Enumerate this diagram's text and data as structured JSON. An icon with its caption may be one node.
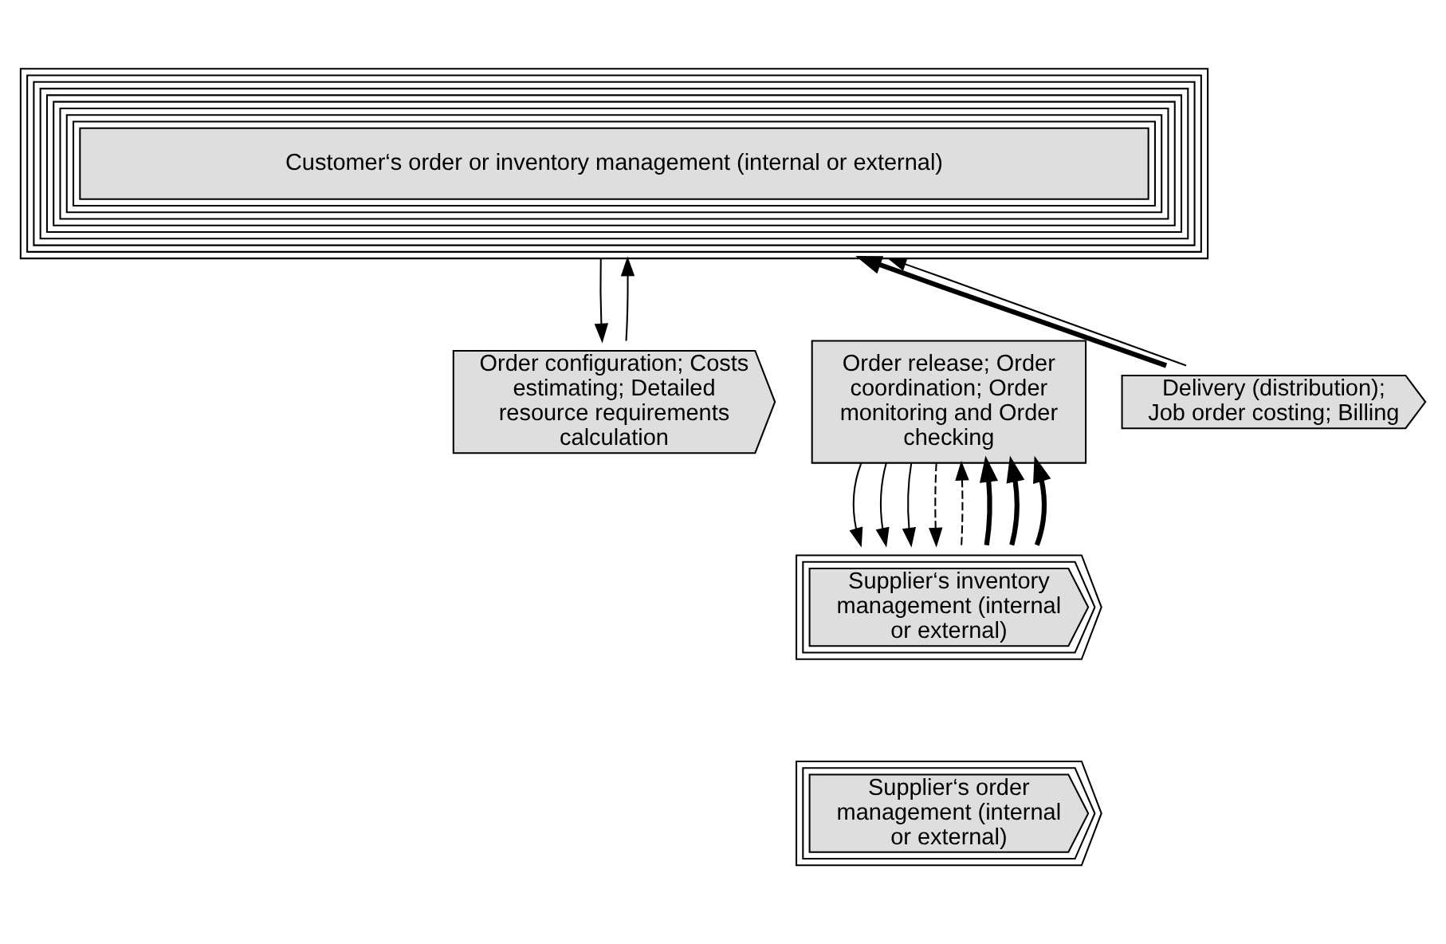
{
  "diagram": {
    "nodes": [
      {
        "text": [
          "Customer‘s order or inventory management (internal or external)"
        ]
      },
      {
        "text": [
          "Order configuration; Costs estimating; Detailed resource requirements calculation"
        ]
      },
      {
        "text": [
          "Order release; Order coordination; Order monitoring and Order checking"
        ]
      },
      {
        "text": [
          "Delivery (distribution); Job order costing; Billing"
        ]
      },
      {
        "text": [
          "Supplier‘s inventory management (internal or external)"
        ]
      },
      {
        "text": [
          "Supplier‘s order management (internal or external)"
        ]
      }
    ],
    "edges": [
      {
        "from": 0,
        "to": 1,
        "arrow": "to"
      },
      {
        "from": 1,
        "to": 0,
        "arrow": "to"
      },
      {
        "from": 3,
        "to": 0,
        "arrow": "to",
        "style": "thick"
      },
      {
        "from": 3,
        "to": 0,
        "arrow": "to"
      },
      {
        "from": 2,
        "to": 4,
        "arrow": "to"
      },
      {
        "from": 2,
        "to": 4,
        "arrow": "to"
      },
      {
        "from": 2,
        "to": 4,
        "arrow": "to"
      },
      {
        "from": 2,
        "to": 4,
        "arrow": "to",
        "style": "dashed"
      },
      {
        "from": 4,
        "to": 2,
        "arrow": "to",
        "style": "dashed"
      },
      {
        "from": 4,
        "to": 2,
        "arrow": "to",
        "style": "thick"
      },
      {
        "from": 4,
        "to": 2,
        "arrow": "to",
        "style": "thick"
      },
      {
        "from": 4,
        "to": 2,
        "arrow": "to",
        "style": "thick"
      }
    ]
  }
}
